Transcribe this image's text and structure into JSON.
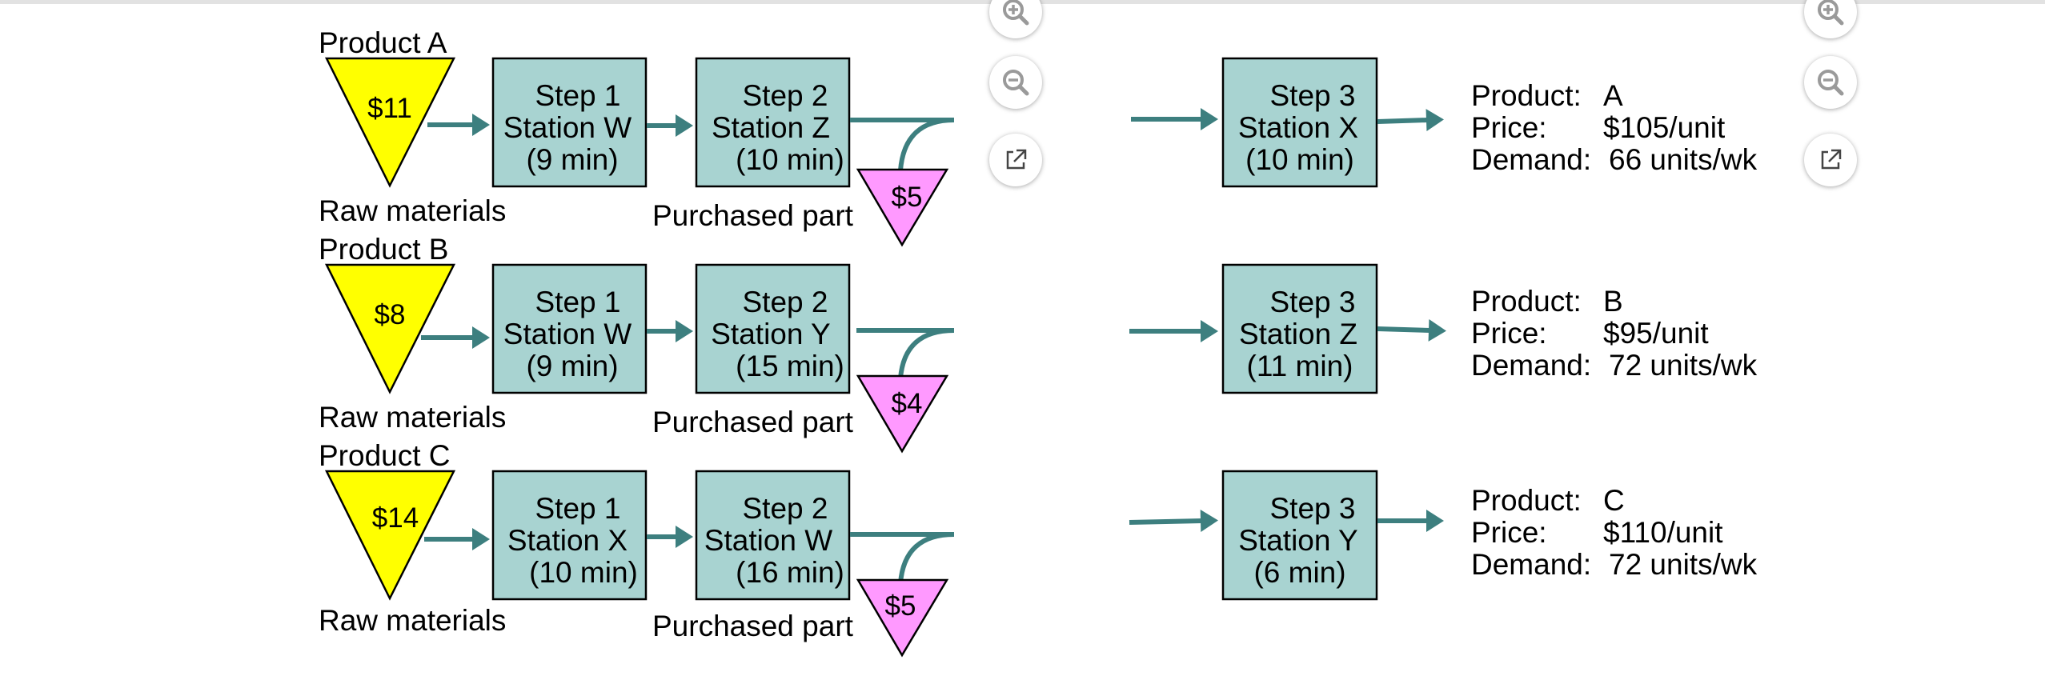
{
  "products": [
    {
      "label": "Product A",
      "raw_cost": "$11",
      "raw_label": "Raw materials",
      "step1": {
        "title": "Step 1",
        "station": "Station W",
        "time": "(9 min)"
      },
      "step2": {
        "title": "Step 2",
        "station": "Station Z",
        "time": "(10 min)"
      },
      "part_cost": "$5",
      "part_label": "Purchased part",
      "step3": {
        "title": "Step 3",
        "station": "Station X",
        "time": "(10 min)"
      },
      "info": {
        "product_key": "Product:",
        "product_val": "A",
        "price_key": "Price:",
        "price_val": "$105/unit",
        "demand_key": "Demand:",
        "demand_val": "66 units/wk"
      }
    },
    {
      "label": "Product B",
      "raw_cost": "$8",
      "raw_label": "Raw materials",
      "step1": {
        "title": "Step 1",
        "station": "Station W",
        "time": "(9 min)"
      },
      "step2": {
        "title": "Step 2",
        "station": "Station Y",
        "time": "(15 min)"
      },
      "part_cost": "$4",
      "part_label": "Purchased part",
      "step3": {
        "title": "Step 3",
        "station": "Station Z",
        "time": "(11 min)"
      },
      "info": {
        "product_key": "Product:",
        "product_val": "B",
        "price_key": "Price:",
        "price_val": "$95/unit",
        "demand_key": "Demand:",
        "demand_val": "72 units/wk"
      }
    },
    {
      "label": "Product C",
      "raw_cost": "$14",
      "raw_label": "Raw materials",
      "step1": {
        "title": "Step 1",
        "station": "Station X",
        "time": "(10 min)"
      },
      "step2": {
        "title": "Step 2",
        "station": "Station W",
        "time": "(16 min)"
      },
      "part_cost": "$5",
      "part_label": "Purchased part",
      "step3": {
        "title": "Step 3",
        "station": "Station Y",
        "time": "(6 min)"
      },
      "info": {
        "product_key": "Product:",
        "product_val": "C",
        "price_key": "Price:",
        "price_val": "$110/unit",
        "demand_key": "Demand:",
        "demand_val": "72 units/wk"
      }
    }
  ],
  "colors": {
    "raw_triangle": "#ffff00",
    "part_triangle": "#ff99ff",
    "step_box": "#a8d3d1",
    "arrow": "#3d7f7f"
  },
  "controls": {
    "left": [
      "zoom-in-icon",
      "zoom-out-icon",
      "open-external-icon"
    ],
    "right": [
      "zoom-in-icon",
      "zoom-out-icon",
      "open-external-icon"
    ]
  }
}
